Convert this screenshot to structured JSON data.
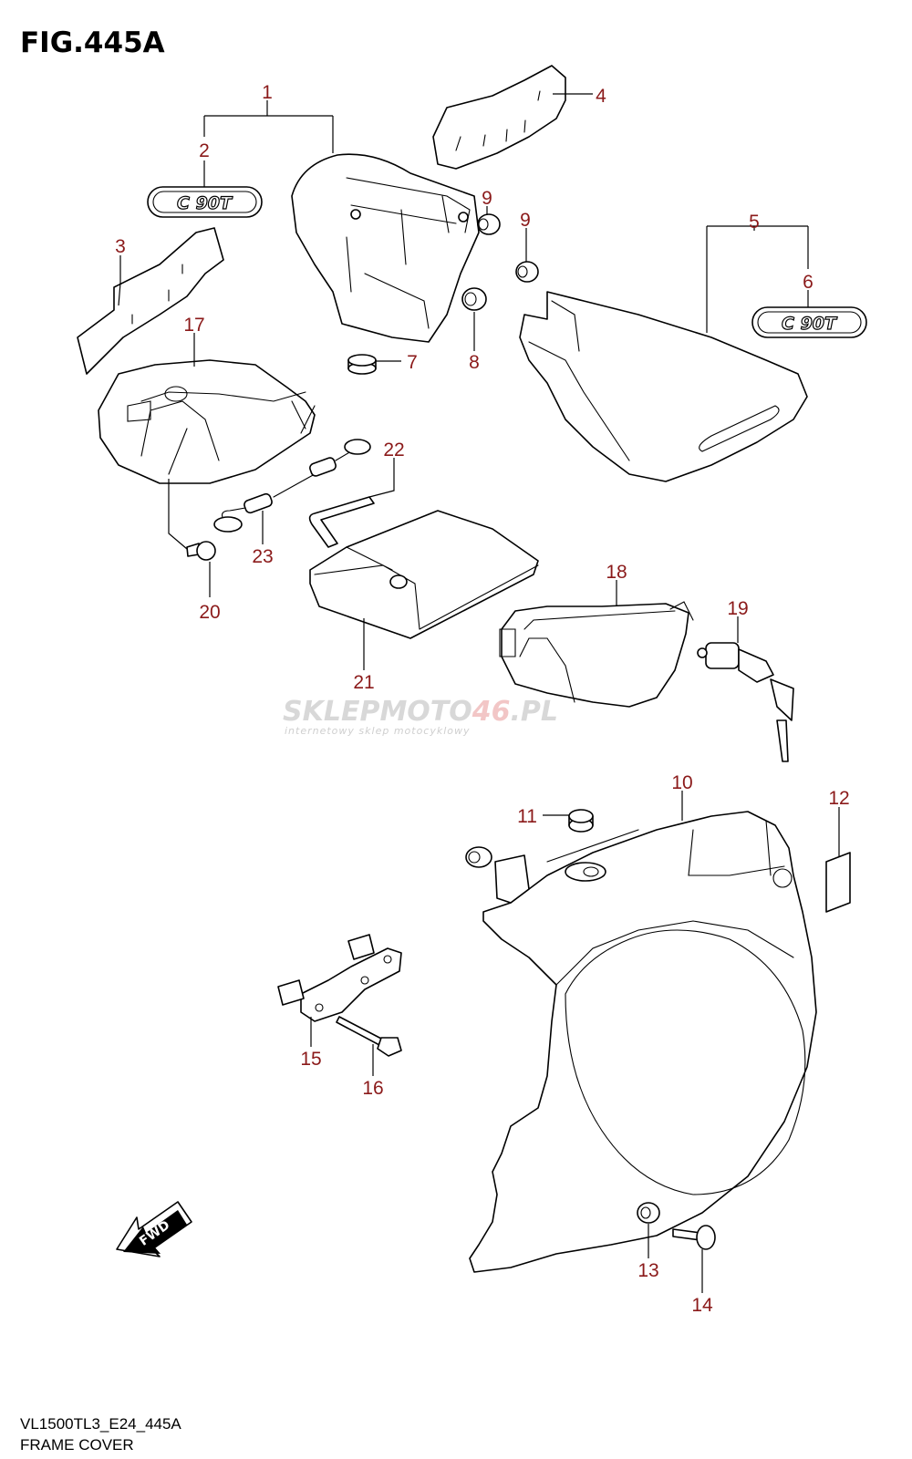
{
  "figure": {
    "title": "FIG.445A",
    "model_code": "VL1500TL3_E24_445A",
    "section_name": "FRAME COVER"
  },
  "badges": {
    "left": "C 90T",
    "right": "C 90T"
  },
  "fwd_label": "FWD",
  "watermark": {
    "brand_part1": "SKLEPMOTO",
    "brand_part2": "46",
    "brand_part3": ".PL",
    "tagline": "internetowy sklep motocyklowy"
  },
  "callouts": [
    "1",
    "2",
    "3",
    "4",
    "5",
    "6",
    "7",
    "8",
    "9",
    "9",
    "10",
    "11",
    "12",
    "13",
    "14",
    "15",
    "16",
    "17",
    "18",
    "19",
    "20",
    "21",
    "22",
    "23"
  ],
  "colors": {
    "callout": "#8b1a1a",
    "line": "#000000",
    "watermark_accent": "#e05050"
  }
}
